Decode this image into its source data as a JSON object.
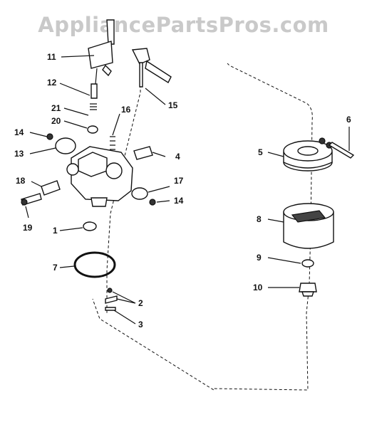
{
  "watermark": "AppliancePartsPros.com",
  "callouts": [
    "1",
    "2",
    "3",
    "4",
    "5",
    "6",
    "7",
    "8",
    "9",
    "10",
    "11",
    "12",
    "13",
    "14",
    "14",
    "15",
    "16",
    "17",
    "18",
    "19",
    "20",
    "21"
  ]
}
